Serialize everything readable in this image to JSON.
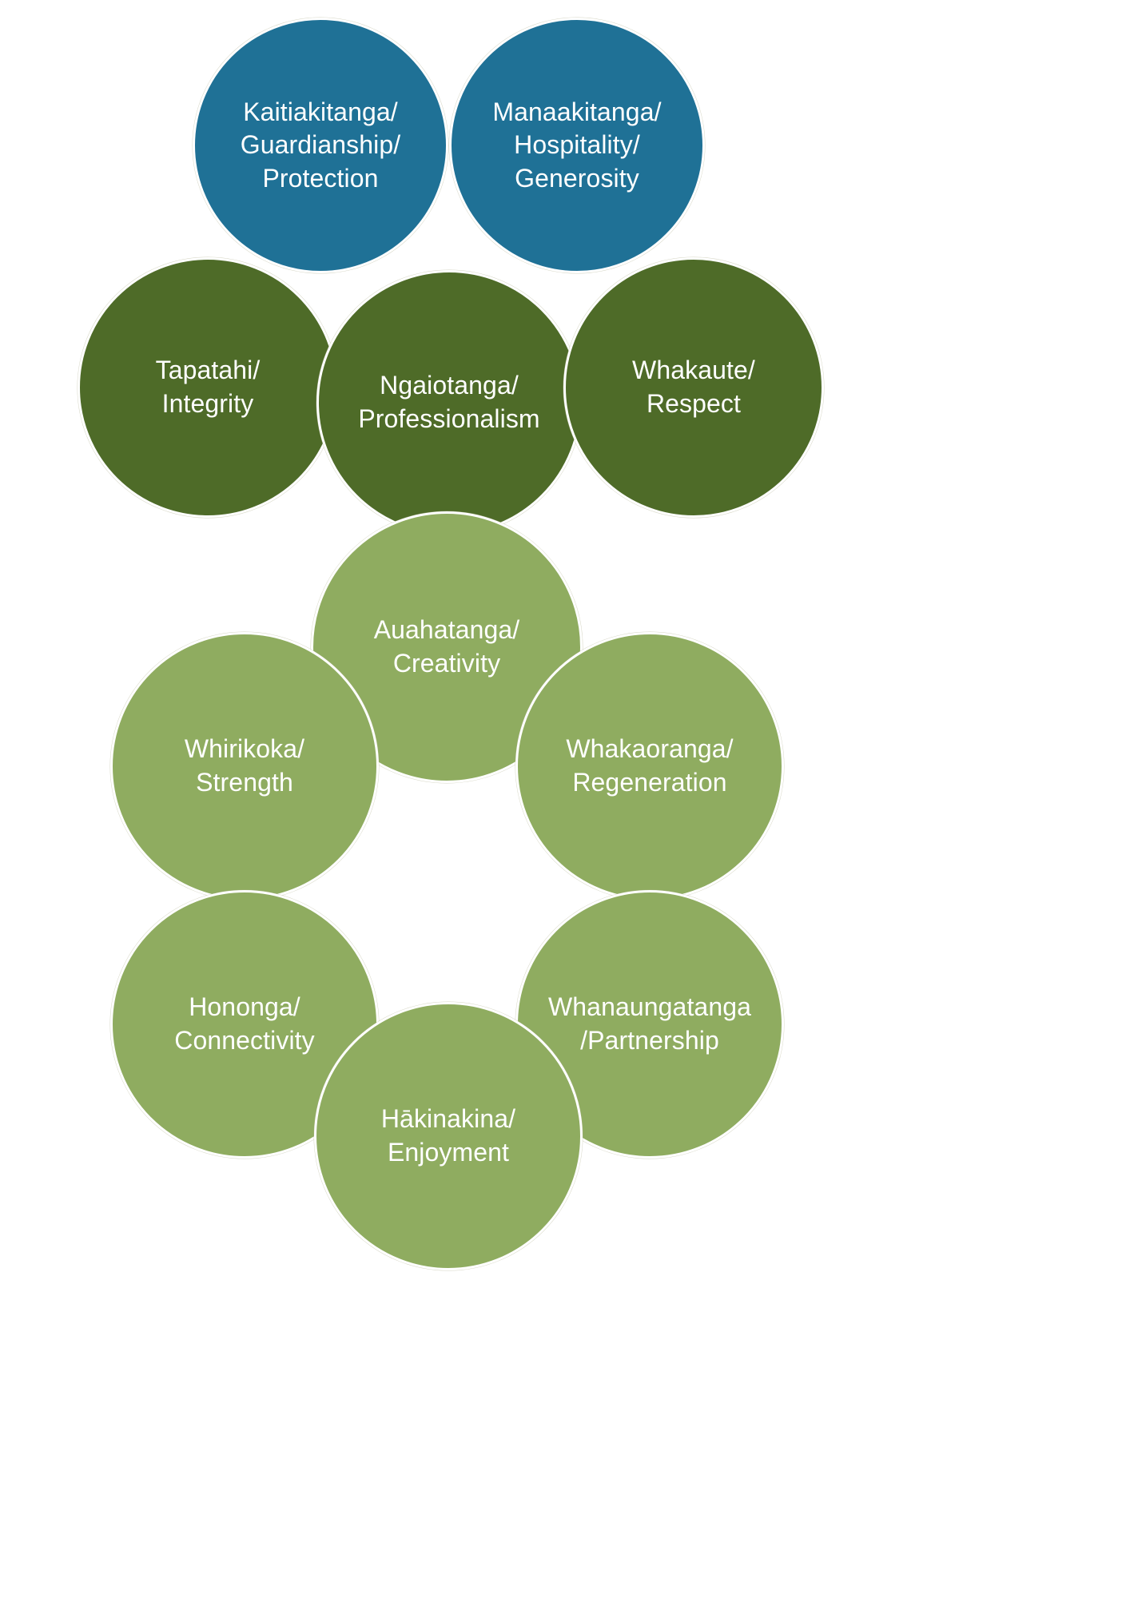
{
  "diagram": {
    "type": "overlapping-circles-values",
    "title": "Values Circles",
    "background_color": "#ffffff",
    "stroke_color": "#ffffff",
    "text_color": "#ffffff",
    "color_groups": {
      "teal": "#1f7196",
      "dark_green": "#4e6b28",
      "light_green": "#8fac60"
    },
    "rows": [
      {
        "name": "row-teal",
        "color": "#1f7196",
        "circles": [
          {
            "id": "kaitiakitanga",
            "label": "Kaitiakitanga/\nGuardianship/\nProtection"
          },
          {
            "id": "manaakitanga",
            "label": "Manaakitanga/\nHospitality/\nGenerosity"
          }
        ]
      },
      {
        "name": "row-dark-green",
        "color": "#4e6b28",
        "circles": [
          {
            "id": "tapatahi",
            "label": "Tapatahi/\nIntegrity"
          },
          {
            "id": "ngaiotanga",
            "label": "Ngaiotanga/\nProfessionalism"
          },
          {
            "id": "whakaute",
            "label": "Whakaute/\nRespect"
          }
        ]
      },
      {
        "name": "row-light-green",
        "color": "#8fac60",
        "circles": [
          {
            "id": "auahatanga",
            "label": "Auahatanga/\nCreativity"
          },
          {
            "id": "whirikoka",
            "label": "Whirikoka/\nStrength"
          },
          {
            "id": "whakaoranga",
            "label": "Whakaoranga/\nRegeneration"
          },
          {
            "id": "hononga",
            "label": "Hononga/\nConnectivity"
          },
          {
            "id": "whanaungatanga",
            "label": "Whanaungatanga\n/Partnership"
          },
          {
            "id": "hakinakina",
            "label": "Hākinakina/\nEnjoyment"
          }
        ]
      }
    ]
  }
}
